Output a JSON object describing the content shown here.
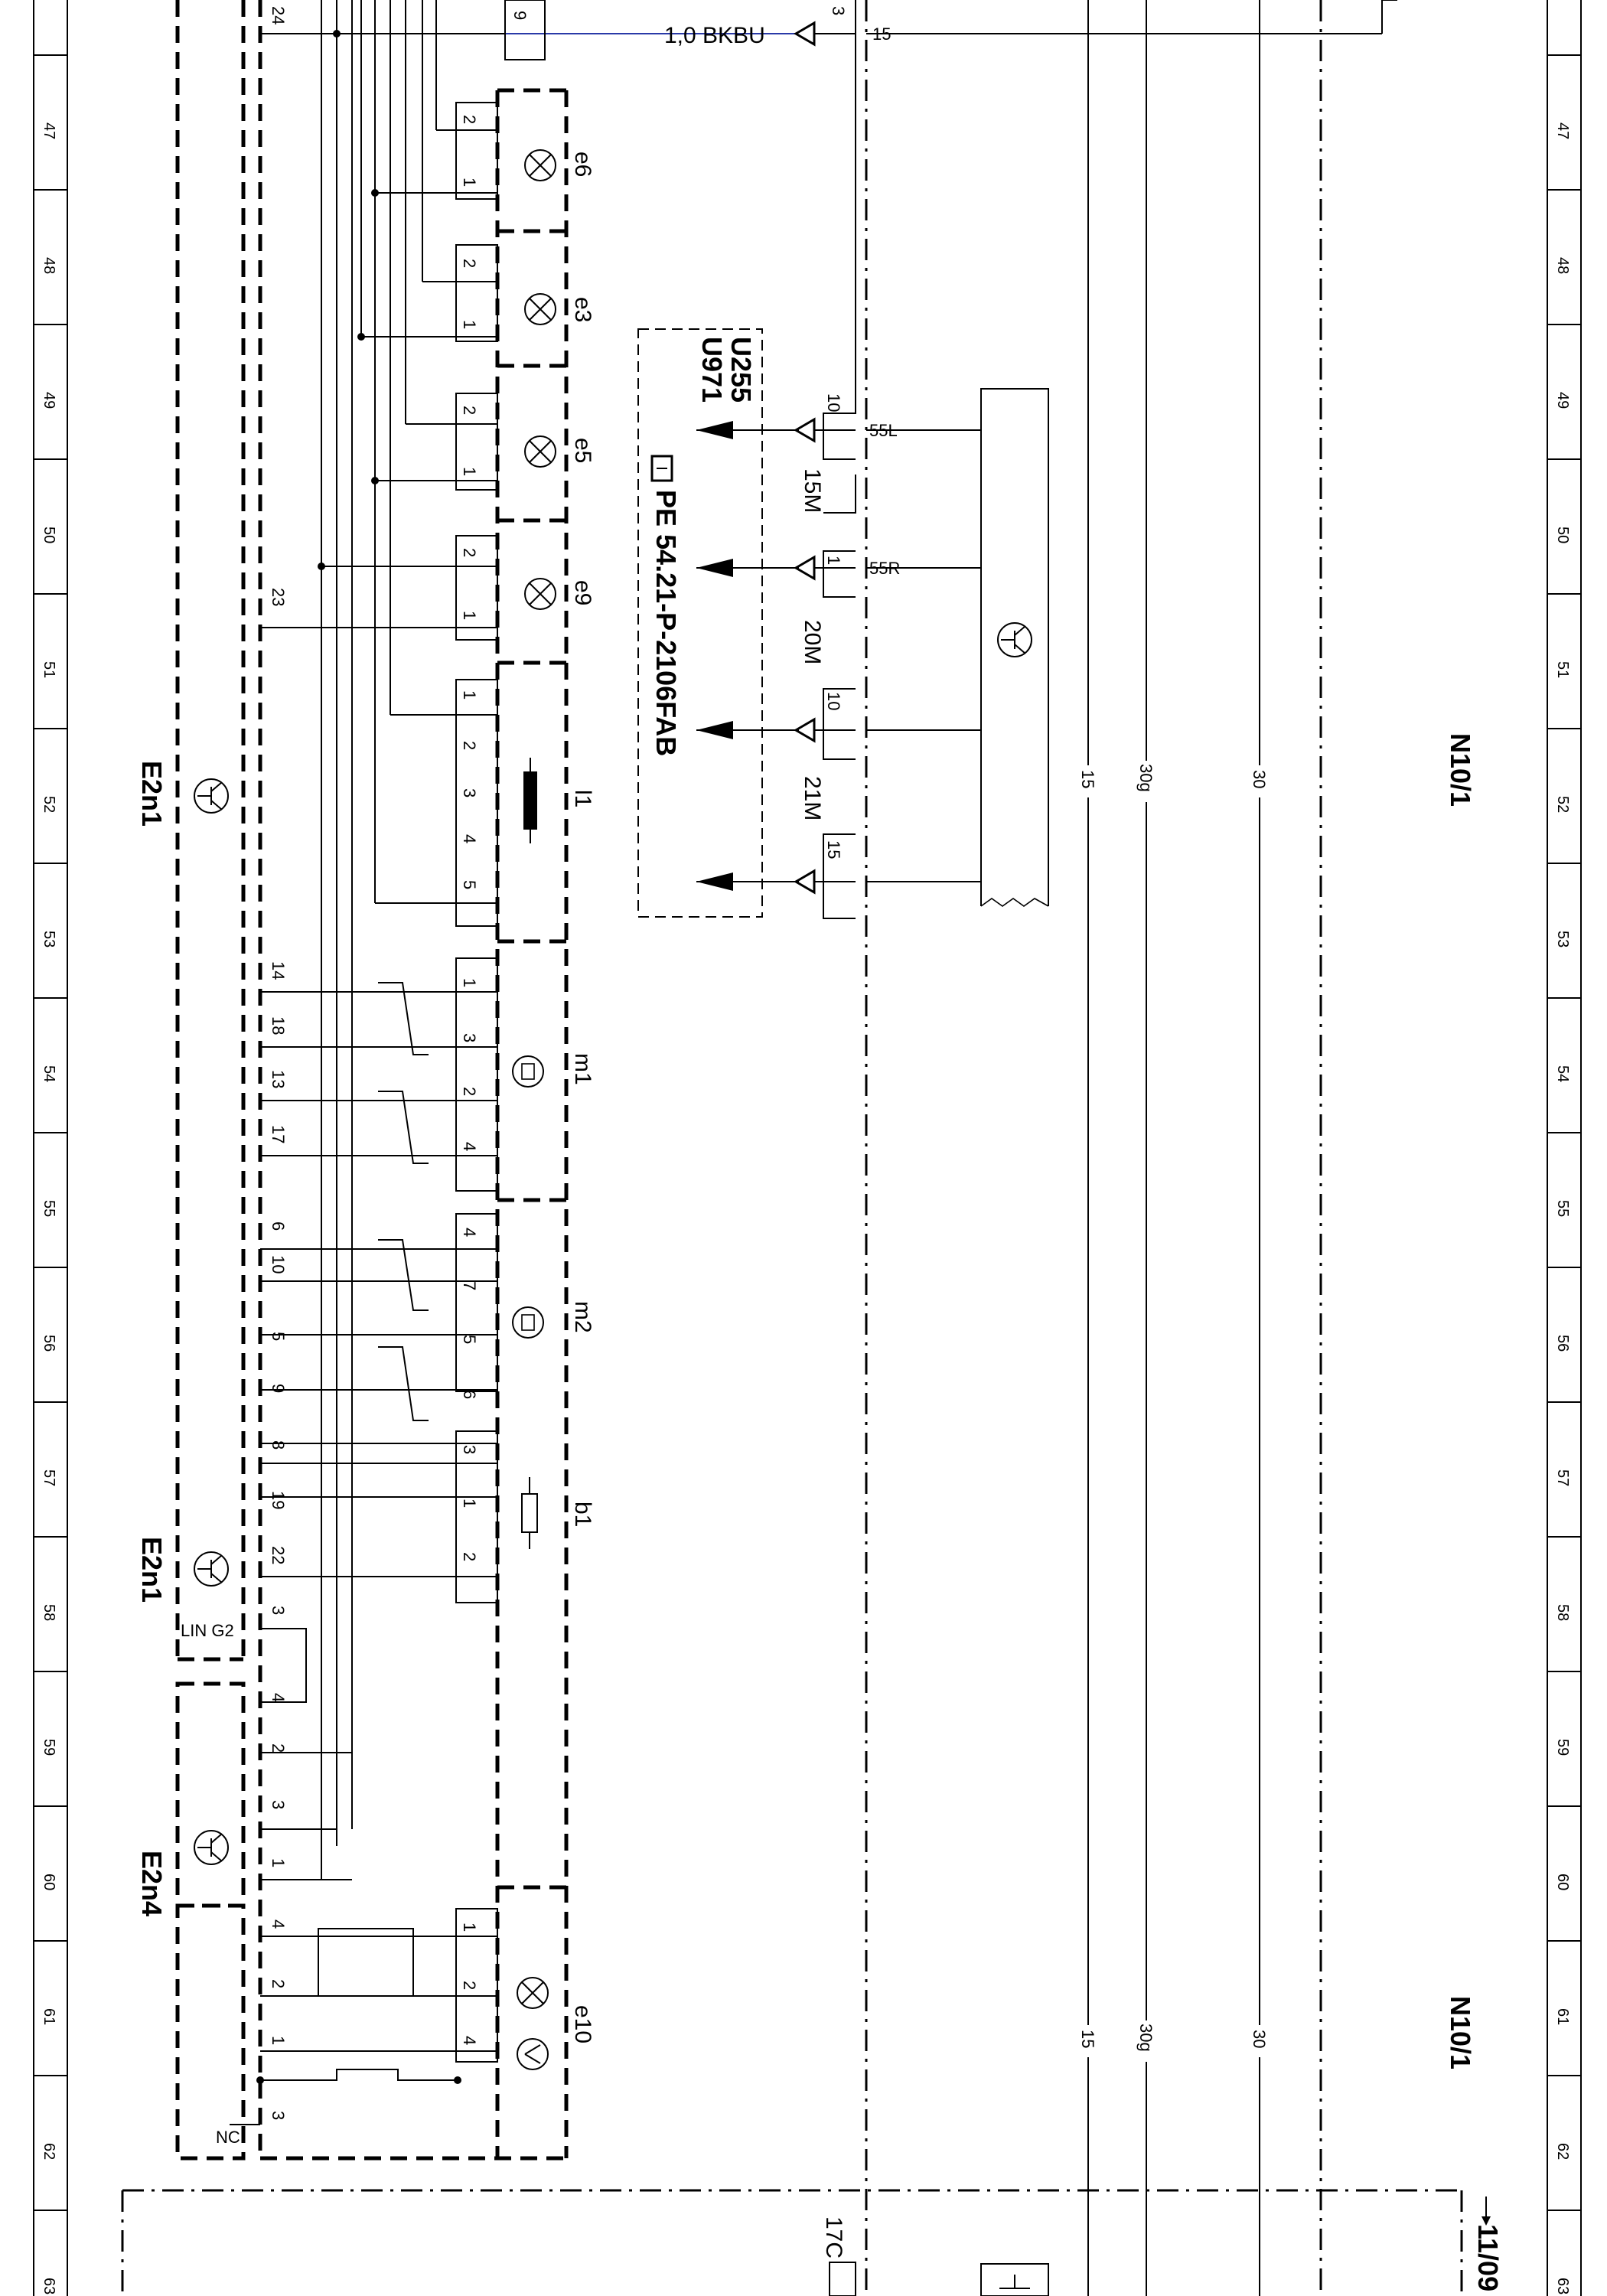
{
  "sheet": {
    "top_wire_label": "1,0 BKBU",
    "top_pins": [
      "24",
      "9",
      "3",
      "15"
    ],
    "column_numbers": [
      "47",
      "48",
      "49",
      "50",
      "51",
      "52",
      "53",
      "54",
      "55",
      "56",
      "57",
      "58",
      "59",
      "60",
      "61",
      "62",
      "63"
    ],
    "components": {
      "e6": "e6",
      "e3": "e3",
      "e5": "e5",
      "e9": "e9",
      "l1": "l1",
      "m1": "m1",
      "m2": "m2",
      "b1": "b1",
      "e10": "e10"
    },
    "modules": {
      "e2n1_a": "E2n1",
      "e2n1_b": "E2n1",
      "e2n4": "E2n4",
      "n10_1_a": "N10/1",
      "n10_1_b": "N10/1"
    },
    "reference_box": {
      "line1": "U255",
      "line2": "U971",
      "pe_ref": "PE 54.21-P-2106FAB"
    },
    "connector_pins_left": [
      "23",
      "14",
      "18",
      "13",
      "17",
      "6",
      "10",
      "5",
      "9",
      "8",
      "19",
      "22",
      "3",
      "4",
      "2",
      "3",
      "1",
      "4",
      "2",
      "1",
      "3"
    ],
    "connector_labels": {
      "lin": "LIN G2",
      "nc": "NC"
    },
    "output_pins": [
      "10",
      "1",
      "10",
      "15"
    ],
    "output_terms": [
      "55L",
      "55R"
    ],
    "fuses": [
      "15M",
      "20M",
      "21M"
    ],
    "bus_lines": [
      "15",
      "30g",
      "30",
      "15",
      "30g",
      "30"
    ],
    "bottom_box": {
      "label": "17C",
      "arrow_ref": "11/09"
    },
    "lamp_pins": {
      "e6": [
        "2",
        "1"
      ],
      "e3": [
        "2",
        "1"
      ],
      "e5": [
        "2",
        "1"
      ],
      "e9": [
        "2",
        "1"
      ]
    },
    "l1_pins": [
      "1",
      "2",
      "3",
      "4",
      "5"
    ],
    "m1_pins": [
      "1",
      "3",
      "2",
      "4"
    ],
    "m2_pins": [
      "4",
      "7",
      "5",
      "6"
    ],
    "b1_pins": [
      "3",
      "1",
      "2"
    ],
    "e10_pins": [
      "1",
      "2",
      "4"
    ]
  }
}
